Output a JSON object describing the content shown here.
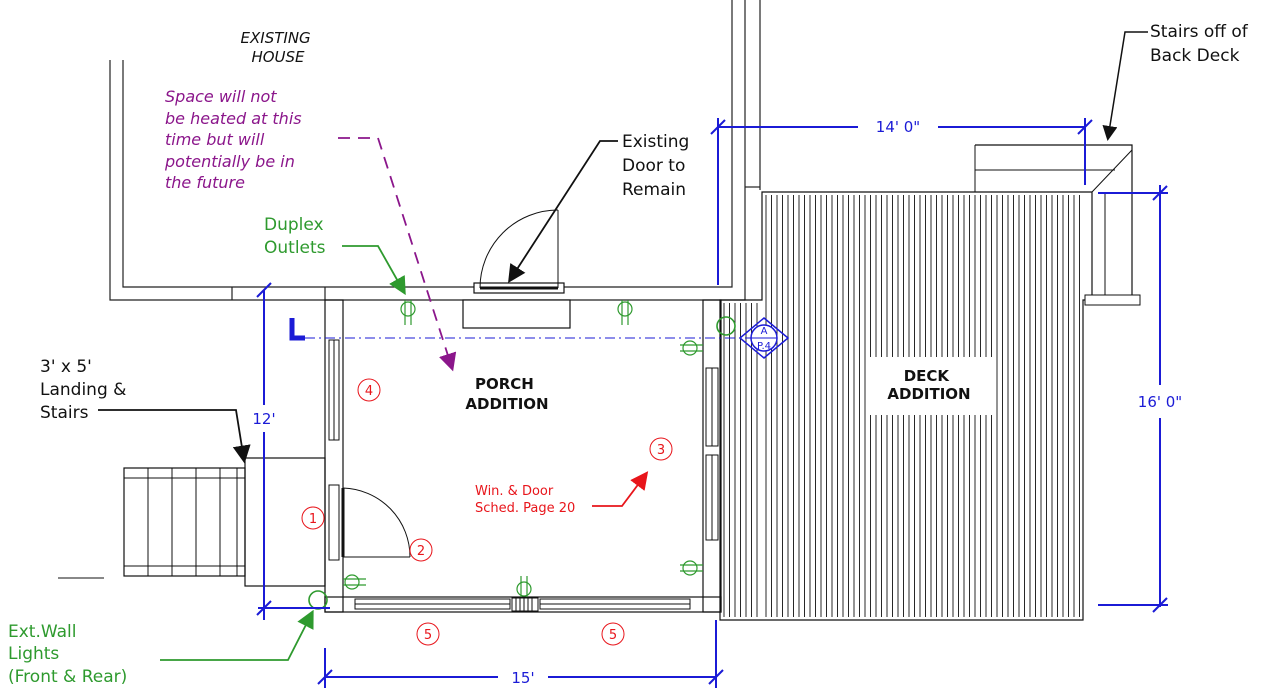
{
  "labels": {
    "existing_house": [
      "EXISTING",
      "HOUSE"
    ],
    "stairs_back_deck": [
      "Stairs off of",
      "Back Deck"
    ],
    "space_note": [
      "Space will not",
      "be heated at this",
      "time but will",
      "potentially be in",
      "the future"
    ],
    "existing_door": [
      "Existing",
      "Door to",
      "Remain"
    ],
    "duplex_outlets": [
      "Duplex",
      "Outlets"
    ],
    "landing_stairs": [
      "3' x 5'",
      "Landing &",
      "Stairs"
    ],
    "porch_addition": [
      "PORCH",
      "ADDITION"
    ],
    "deck_addition": [
      "DECK",
      "ADDITION"
    ],
    "win_door_sched": [
      "Win. & Door",
      "Sched. Page 20"
    ],
    "ext_wall_lights": [
      "Ext.Wall",
      "Lights",
      "(Front & Rear)"
    ]
  },
  "dimensions": {
    "deck_width": "14' 0\"",
    "deck_depth": "16' 0\"",
    "porch_depth": "12'",
    "porch_width": "15'"
  },
  "section_marker": {
    "letter": "A",
    "page": "P.4"
  },
  "tags": [
    "1",
    "2",
    "3",
    "4",
    "5",
    "5"
  ],
  "colors": {
    "dimension": "#1b1bd6",
    "note": "#8b168b",
    "electrical": "#2e9a2e",
    "schedule": "#e8151b",
    "linework": "#111111"
  }
}
